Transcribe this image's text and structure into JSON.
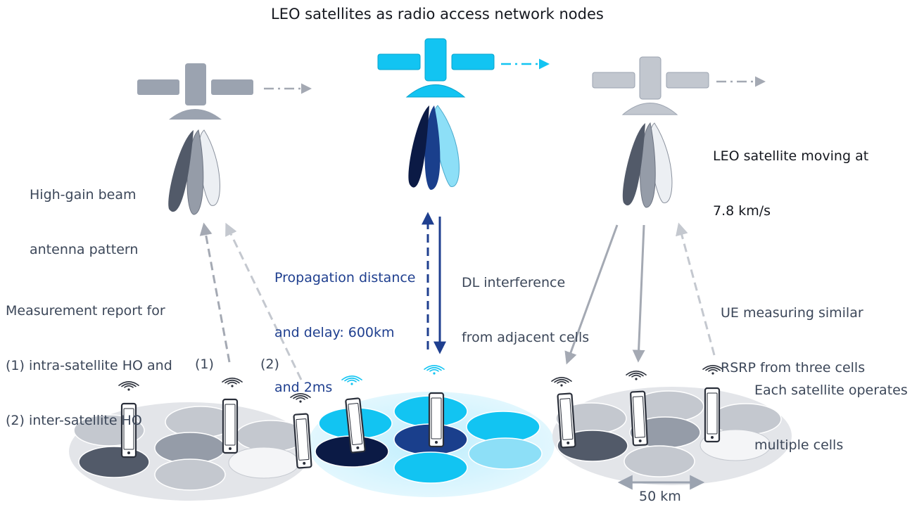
{
  "title": "LEO satellites as radio access network nodes",
  "labels": {
    "antenna": [
      "High-gain beam",
      "antenna pattern"
    ],
    "moving": [
      "LEO satellite moving at",
      "7.8 km/s"
    ],
    "measurement": [
      "Measurement report for",
      "(1) intra-satellite HO and",
      "(2) inter-satellite HO"
    ],
    "propagation": [
      "Propagation distance",
      "and delay: 600km",
      "and 2ms"
    ],
    "dl_interference": [
      "DL interference",
      "from adjacent cells"
    ],
    "ue_measuring": [
      "UE measuring similar",
      "RSRP from three cells"
    ],
    "multiple_cells": [
      "Each satellite operates",
      "multiple cells"
    ],
    "ho1": "(1)",
    "ho2": "(2)",
    "scale": "50 km"
  },
  "colors": {
    "grey_sat": "#9ba3b0",
    "grey_beam_dark": "#525a69",
    "grey_beam_mid": "#959ca8",
    "grey_beam_light": "#eceff3",
    "blue_sat": "#12c4f2",
    "blue_beam_dark": "#0b1a45",
    "blue_beam_mid": "#1a3f8c",
    "blue_beam_light": "#8ddff7",
    "navy_arrow": "#1f3f8f",
    "grey_arrow": "#a4a9b3"
  }
}
